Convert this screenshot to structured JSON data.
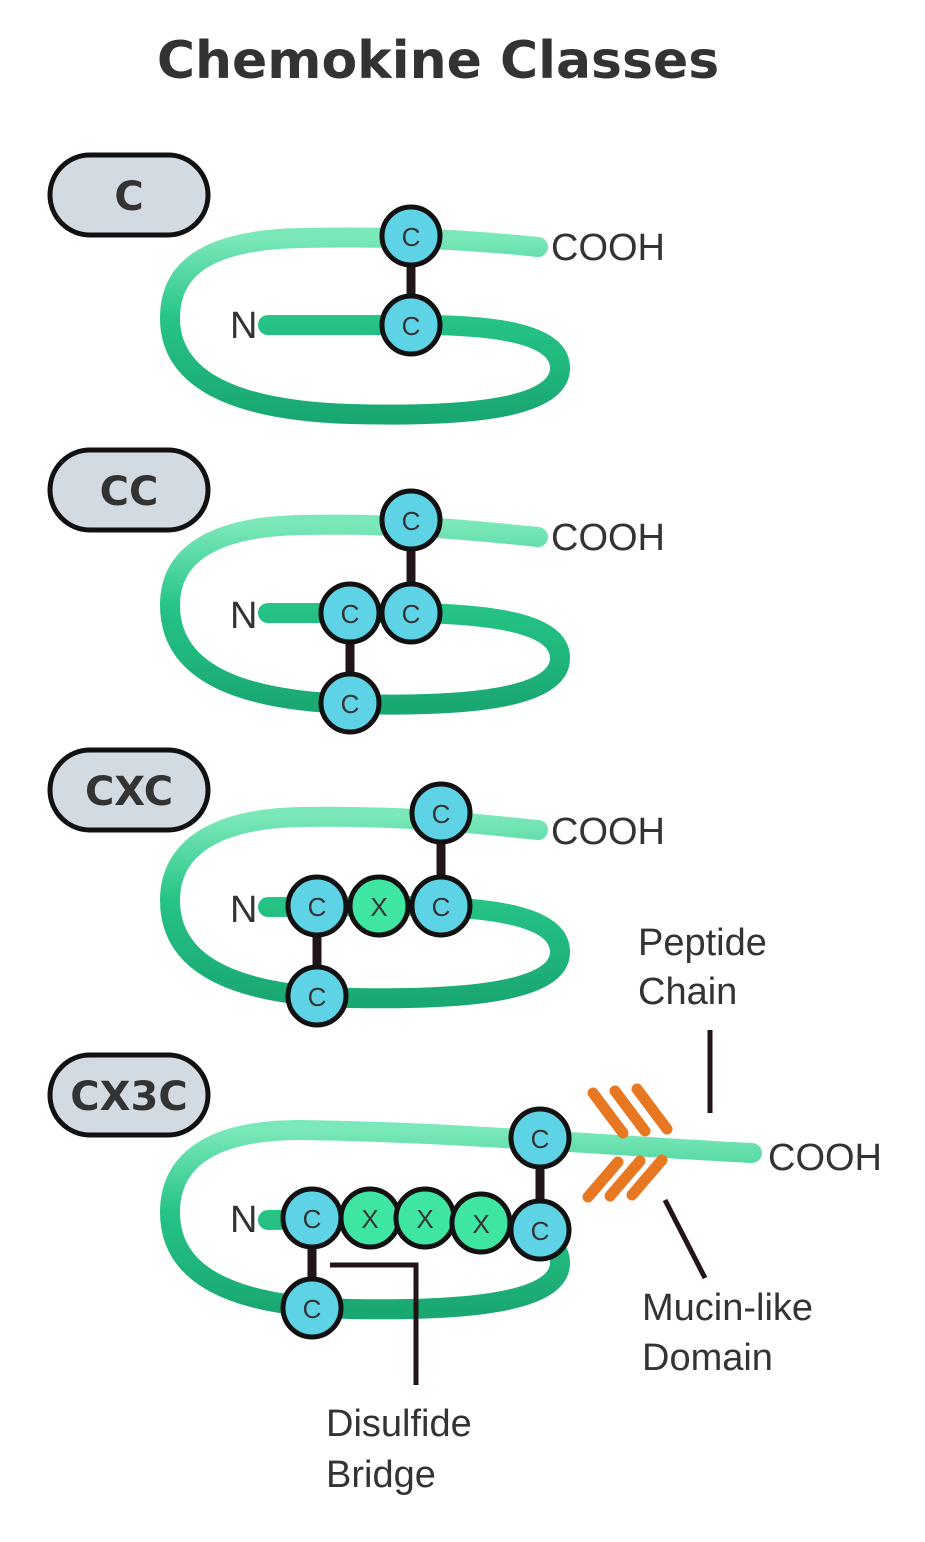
{
  "title": "Chemokine Classes",
  "colors": {
    "chain": "#26c486",
    "cysteine": "#5fd3e6",
    "x_residue": "#3fe6a2",
    "bridge": "#231417",
    "mucin": "#e87722",
    "pill_fill": "#d3dbe2",
    "text": "#333333"
  },
  "classes": [
    {
      "label": "C",
      "n_label": "N",
      "c_label": "COOH"
    },
    {
      "label": "CC",
      "n_label": "N",
      "c_label": "COOH"
    },
    {
      "label": "CXC",
      "n_label": "N",
      "c_label": "COOH"
    },
    {
      "label": "CX3C",
      "n_label": "N",
      "c_label": "COOH"
    }
  ],
  "residues": {
    "cysteine": "C",
    "x": "X"
  },
  "annotations": {
    "peptide_chain": [
      "Peptide",
      "Chain"
    ],
    "mucin_domain": [
      "Mucin-like",
      "Domain"
    ],
    "disulfide_bridge": [
      "Disulfide",
      "Bridge"
    ]
  }
}
